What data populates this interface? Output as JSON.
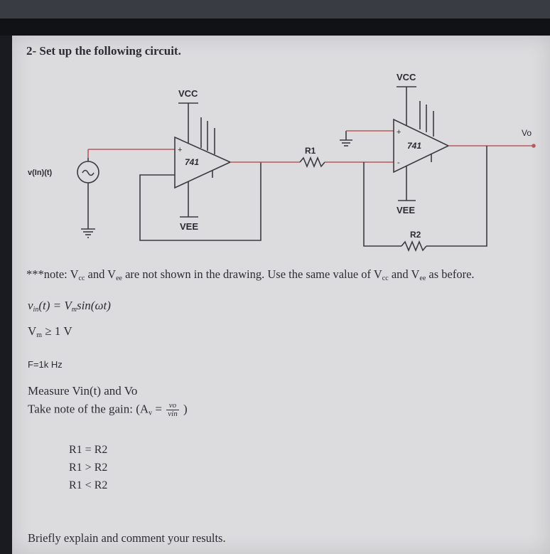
{
  "heading": "2- Set up the following circuit.",
  "circuit": {
    "vcc_left": "VCC",
    "vcc_right": "VCC",
    "vee_left": "VEE",
    "vee_right": "VEE",
    "opamp_left": "741",
    "opamp_right": "741",
    "r1": "R1",
    "r2": "R2",
    "vin": "v(In)(t)",
    "vo": "Vo",
    "plus": "+",
    "minus": "-"
  },
  "note": {
    "prefix": "***note: V",
    "sub1": "cc",
    "and1": " and V",
    "sub2": "ee",
    "middle": " are not shown in the drawing.  Use the same value of V",
    "sub3": "cc",
    "and2": " and V",
    "sub4": "ee",
    "suffix": " as before."
  },
  "equation_vin": {
    "lhs": "v",
    "lhs_sub": "in",
    "mid": "(t)  =  V",
    "mid_sub": "m",
    "rhs": "sin(ωt)"
  },
  "equation_vm": {
    "v": "V",
    "sub": "m",
    "rest": " ≥ 1 V"
  },
  "frequency": "F=1k Hz",
  "measure": "Measure Vin(t) and Vo",
  "gain": {
    "prefix": "Take note of the gain: (A",
    "sub": "v",
    "eq": " = ",
    "num": "vo",
    "den": "vin",
    "suffix": " )"
  },
  "conditions": [
    "R1 = R2",
    "R1 > R2",
    "R1 < R2"
  ],
  "brief": "Briefly explain and comment your results."
}
